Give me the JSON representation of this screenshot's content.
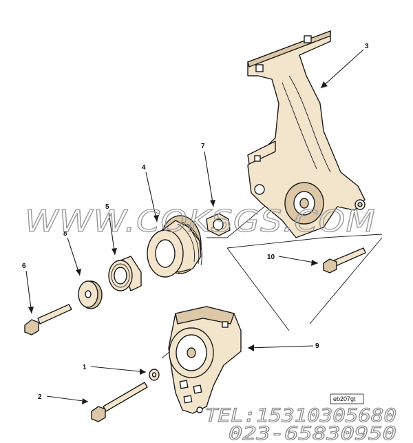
{
  "callouts": [
    {
      "id": "1",
      "label": "1",
      "part": "washer"
    },
    {
      "id": "2",
      "label": "2",
      "part": "capscrew"
    },
    {
      "id": "3",
      "label": "3",
      "part": "bracket"
    },
    {
      "id": "4",
      "label": "4",
      "part": "pulley"
    },
    {
      "id": "5",
      "label": "5",
      "part": "bearing"
    },
    {
      "id": "6",
      "label": "6",
      "part": "capscrew"
    },
    {
      "id": "7",
      "label": "7",
      "part": "nut"
    },
    {
      "id": "8",
      "label": "8",
      "part": "washer"
    },
    {
      "id": "9",
      "label": "9",
      "part": "belt-tensioner"
    },
    {
      "id": "10",
      "label": "10",
      "part": "capscrew"
    }
  ],
  "watermark": "WWW.COKSGS.COM",
  "contact": {
    "line1": "TEL:15310305680",
    "line2": "023-65830950"
  },
  "drawing_id": "eb207gt"
}
